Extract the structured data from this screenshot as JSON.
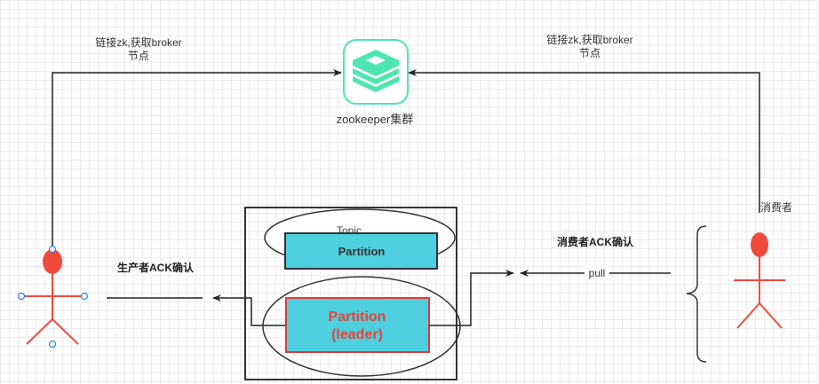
{
  "labels": {
    "left_link": [
      "链接zk,获取broker",
      "节点"
    ],
    "right_link": [
      "链接zk,获取broker",
      "节点"
    ],
    "zookeeper": "zookeeper集群",
    "consumer": "消费者",
    "producer_ack": "生产者ACK确认",
    "consumer_ack": "消费者ACK确认",
    "pull": "pull",
    "topic": "Topic",
    "partition": "Partition",
    "leader_partition": [
      "Partition",
      "(leader)"
    ]
  },
  "colors": {
    "zookeeper": "#4ee6b0",
    "partition_fill": "#4ecfe0",
    "leader_border": "#e03a3a",
    "actor": "#f04a3c"
  },
  "icons": {
    "zookeeper": "stacked-layers-icon",
    "producer": "stick-figure-icon",
    "consumer": "stick-figure-icon"
  }
}
